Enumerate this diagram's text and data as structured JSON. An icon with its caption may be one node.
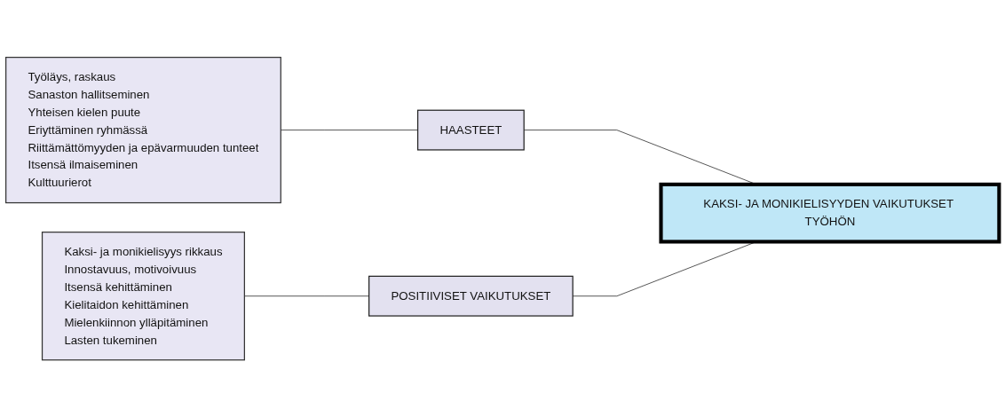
{
  "diagram": {
    "nodes": [
      {
        "text": [
          "Työläys, raskaus",
          "Sanaston hallitseminen",
          "Yhteisen kielen puute",
          "Eriyttäminen ryhmässä",
          "Riittämättömyyden ja epävarmuuden tunteet",
          "Itsensä ilmaiseminen",
          "Kulttuurierot"
        ]
      },
      {
        "text": [
          "HAASTEET"
        ]
      },
      {
        "text": [
          "Kaksi- ja monikielisyys rikkaus",
          "Innostavuus, motivoivuus",
          "Itsensä kehittäminen",
          "Kielitaidon kehittäminen",
          "Mielenkiinnon ylläpitäminen",
          "Lasten tukeminen"
        ]
      },
      {
        "text": [
          "POSITIIVISET VAIKUTUKSET"
        ]
      },
      {
        "text": [
          "KAKSI- JA MONIKIELISYYDEN VAIKUTUKSET TYÖHÖN"
        ]
      }
    ],
    "edges": [
      {
        "from": 0,
        "to": 1,
        "arrow": "none"
      },
      {
        "from": 1,
        "to": 4,
        "arrow": "none"
      },
      {
        "from": 2,
        "to": 3,
        "arrow": "none"
      },
      {
        "from": 3,
        "to": 4,
        "arrow": "none"
      }
    ]
  }
}
